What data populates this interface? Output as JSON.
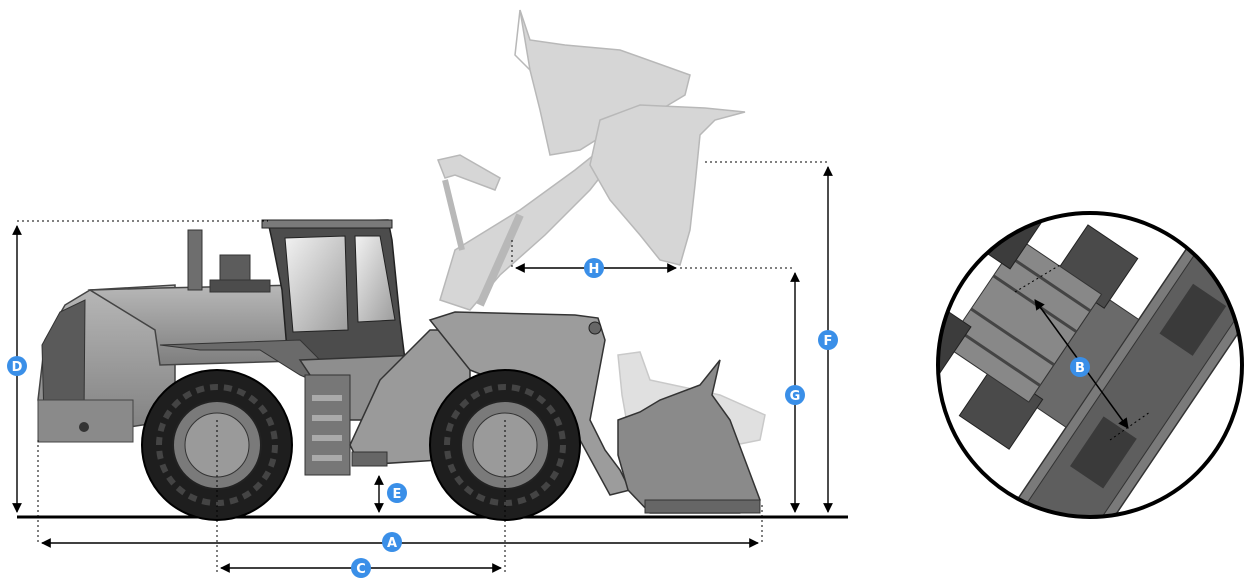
{
  "colors": {
    "badge": "#3a8fe8",
    "badge_text": "#ffffff",
    "line": "#000000",
    "machine_body": "#9a9a9a",
    "machine_dark": "#4a4a4a",
    "tire": "#1e1e1e",
    "ghost": "#d2d2d2"
  },
  "dimensions": {
    "A": "A",
    "B": "B",
    "C": "C",
    "D": "D",
    "E": "E",
    "F": "F",
    "G": "G",
    "H": "H"
  },
  "icons": {
    "machine": "wheel-loader-side-view-icon",
    "detail": "wheel-loader-top-view-detail-icon"
  }
}
